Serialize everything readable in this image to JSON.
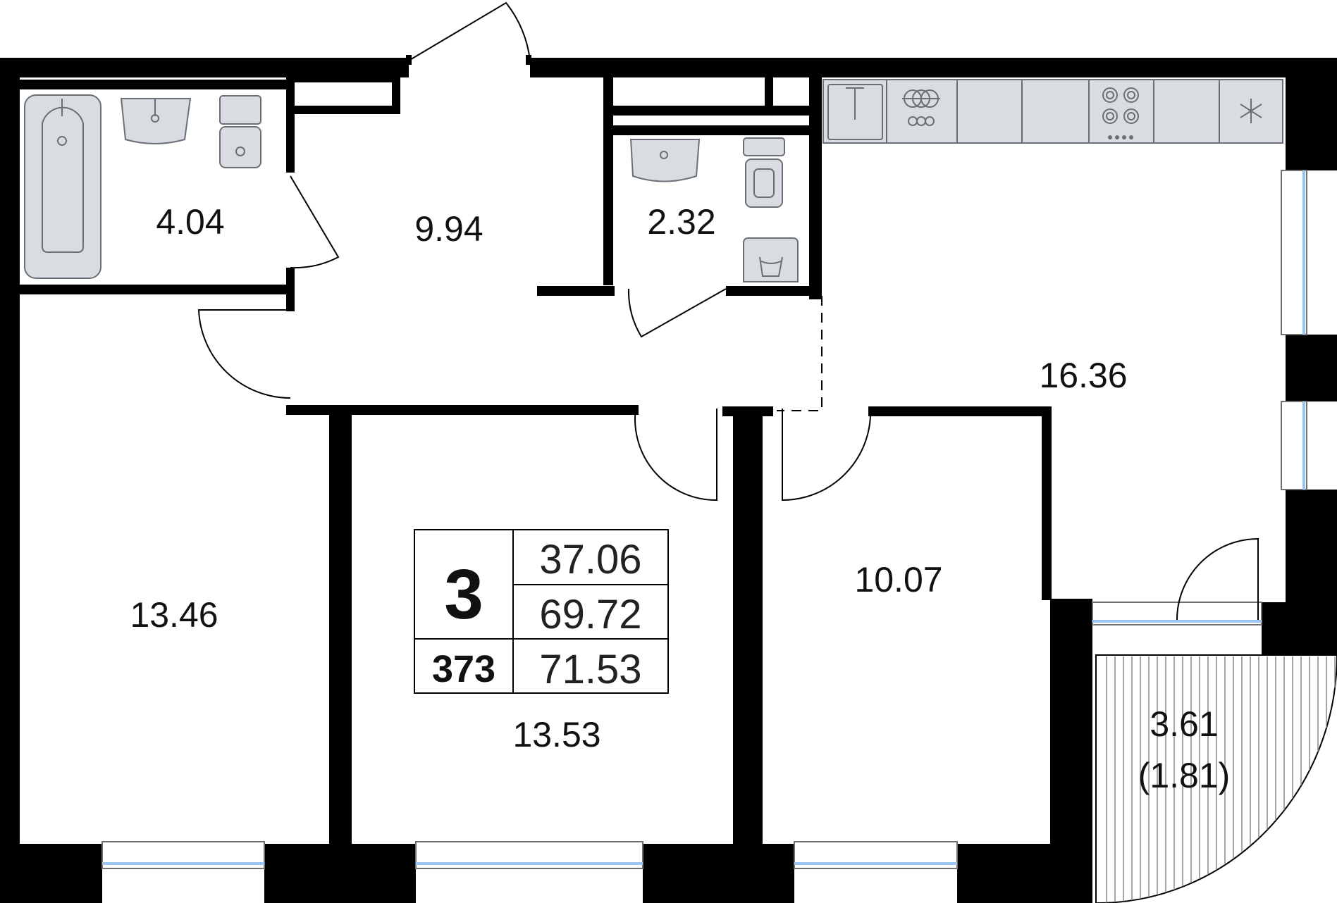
{
  "plan": {
    "rooms": [
      {
        "id": "bathroom",
        "area": "4.04"
      },
      {
        "id": "hallway",
        "area": "9.94"
      },
      {
        "id": "toilet",
        "area": "2.32"
      },
      {
        "id": "kitchen-living",
        "area": "16.36"
      },
      {
        "id": "bedroom-left",
        "area": "13.46"
      },
      {
        "id": "bedroom-middle",
        "area": "13.53"
      },
      {
        "id": "bedroom-right",
        "area": "10.07"
      },
      {
        "id": "balcony",
        "area": "3.61",
        "area_reduced": "(1.81)"
      }
    ],
    "info": {
      "rooms_count": "3",
      "apartment_number": "373",
      "living_area": "37.06",
      "total_area": "69.72",
      "total_area_with_balcony": "71.53"
    },
    "colors": {
      "walls": "#000000",
      "fixtures": "#d9dde2",
      "glass": "#9cc6f2"
    }
  }
}
